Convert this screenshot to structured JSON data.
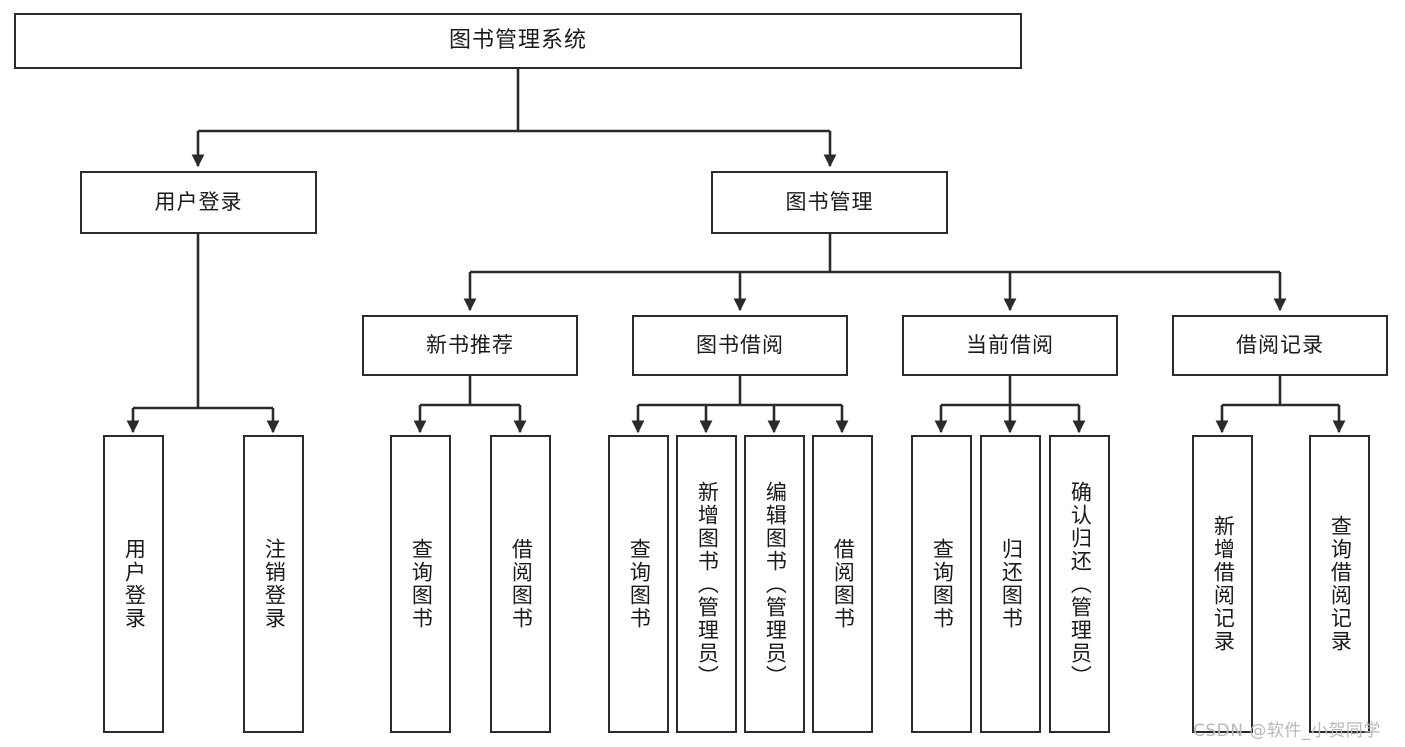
{
  "diagram": {
    "title": "图书管理系统",
    "type": "tree-structure-chart",
    "root": {
      "label": "图书管理系统"
    },
    "level2": [
      {
        "id": "user-login",
        "label": "用户登录"
      },
      {
        "id": "book-manage",
        "label": "图书管理"
      }
    ],
    "level3": [
      {
        "id": "new-book-recommend",
        "label": "新书推荐",
        "parent": "book-manage"
      },
      {
        "id": "book-borrow",
        "label": "图书借阅",
        "parent": "book-manage"
      },
      {
        "id": "current-borrow",
        "label": "当前借阅",
        "parent": "book-manage"
      },
      {
        "id": "borrow-record",
        "label": "借阅记录",
        "parent": "book-manage"
      }
    ],
    "leaves": [
      {
        "id": "leaf-user-login",
        "label": "用户登录",
        "parent": "user-login"
      },
      {
        "id": "leaf-user-logout",
        "label": "注销登录",
        "parent": "user-login"
      },
      {
        "id": "leaf-query-book-1",
        "label": "查询图书",
        "parent": "new-book-recommend"
      },
      {
        "id": "leaf-borrow-book-1",
        "label": "借阅图书",
        "parent": "new-book-recommend"
      },
      {
        "id": "leaf-query-book-2",
        "label": "查询图书",
        "parent": "book-borrow"
      },
      {
        "id": "leaf-add-book",
        "label": "新增图书（管理员）",
        "parent": "book-borrow"
      },
      {
        "id": "leaf-edit-book",
        "label": "编辑图书（管理员）",
        "parent": "book-borrow"
      },
      {
        "id": "leaf-borrow-book-2",
        "label": "借阅图书",
        "parent": "book-borrow"
      },
      {
        "id": "leaf-query-book-3",
        "label": "查询图书",
        "parent": "current-borrow"
      },
      {
        "id": "leaf-return-book",
        "label": "归还图书",
        "parent": "current-borrow"
      },
      {
        "id": "leaf-confirm-return",
        "label": "确认归还（管理员）",
        "parent": "current-borrow"
      },
      {
        "id": "leaf-add-record",
        "label": "新增借阅记录",
        "parent": "borrow-record"
      },
      {
        "id": "leaf-query-record",
        "label": "查询借阅记录",
        "parent": "borrow-record"
      }
    ],
    "watermark": "CSDN @软件_小贺同学",
    "colors": {
      "stroke": "#2b2b2b",
      "background": "#ffffff",
      "text": "#1a1a1a",
      "watermark": "#b9b9b9"
    }
  }
}
